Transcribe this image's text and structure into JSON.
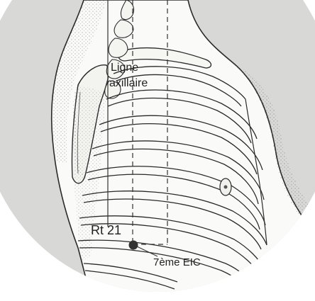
{
  "figure": {
    "labels": {
      "axillary_line": [
        "Ligne",
        "axillaire"
      ],
      "point": "Rt 21",
      "rib_space": "7ème EIC"
    },
    "colors": {
      "background": "#d8d8d6",
      "body": "#fafaf8",
      "ink": "#2a2a2a",
      "point": "#333333"
    }
  }
}
